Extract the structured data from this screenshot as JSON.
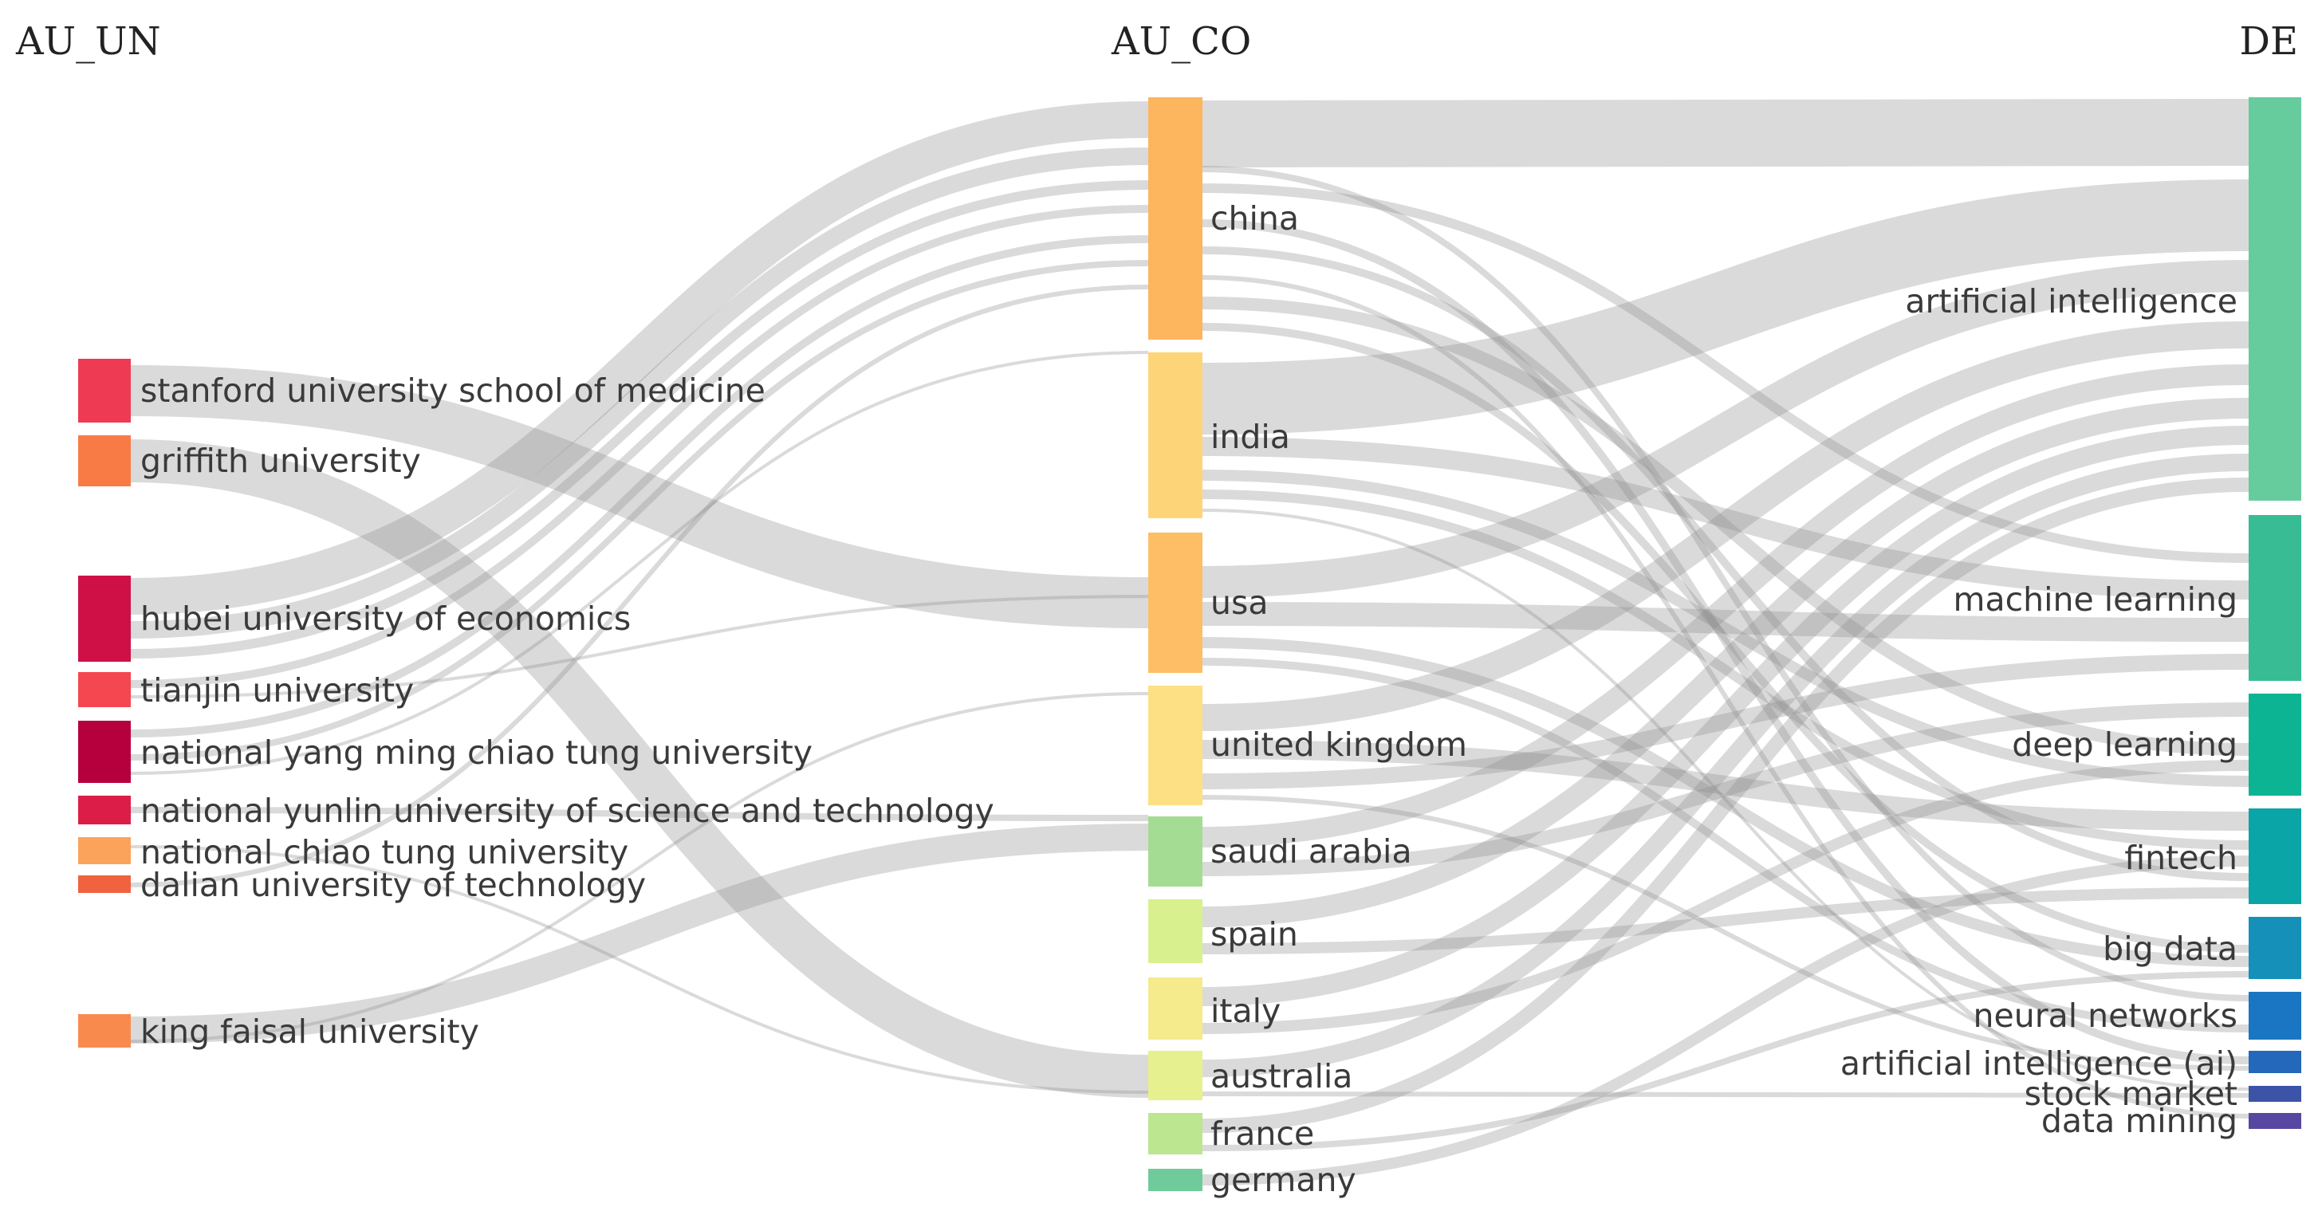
{
  "columns": [
    {
      "key": "AU_UN",
      "label": "AU_UN"
    },
    {
      "key": "AU_CO",
      "label": "AU_CO"
    },
    {
      "key": "DE",
      "label": "DE"
    }
  ],
  "colors": {
    "link": "#8c8c8c",
    "background": "#ffffff",
    "label": "#3a3a3a"
  },
  "nodes": {
    "AU_UN": [
      {
        "id": "stanford",
        "label": "stanford university school of medicine",
        "color": "#ee3b53"
      },
      {
        "id": "griffith",
        "label": "griffith university",
        "color": "#f87b46"
      },
      {
        "id": "hubei",
        "label": "hubei university of economics",
        "color": "#cf1046"
      },
      {
        "id": "tianjin",
        "label": "tianjin university",
        "color": "#f4474f"
      },
      {
        "id": "nymctu",
        "label": "national yang ming chiao tung university",
        "color": "#b5003d"
      },
      {
        "id": "yunlin",
        "label": "national yunlin university of science and technology",
        "color": "#dc1d48"
      },
      {
        "id": "nctu",
        "label": "national chiao tung university",
        "color": "#fba35b"
      },
      {
        "id": "dalian",
        "label": "dalian university of technology",
        "color": "#f06240"
      },
      {
        "id": "kingfaisal",
        "label": "king faisal university",
        "color": "#f98a4e"
      }
    ],
    "AU_CO": [
      {
        "id": "china",
        "label": "china",
        "color": "#fdb55e"
      },
      {
        "id": "india",
        "label": "india",
        "color": "#fdd578"
      },
      {
        "id": "usa",
        "label": "usa",
        "color": "#fdbe65"
      },
      {
        "id": "uk",
        "label": "united kingdom",
        "color": "#fde083"
      },
      {
        "id": "saudi",
        "label": "saudi arabia",
        "color": "#a4dc94"
      },
      {
        "id": "spain",
        "label": "spain",
        "color": "#d8f08e"
      },
      {
        "id": "italy",
        "label": "italy",
        "color": "#f5ea8c"
      },
      {
        "id": "australia",
        "label": "australia",
        "color": "#e7f08e"
      },
      {
        "id": "france",
        "label": "france",
        "color": "#bde690"
      },
      {
        "id": "germany",
        "label": "germany",
        "color": "#6fcc9a"
      }
    ],
    "DE": [
      {
        "id": "ai",
        "label": "artificial intelligence",
        "color": "#66cc9e"
      },
      {
        "id": "ml",
        "label": "machine learning",
        "color": "#37bc94"
      },
      {
        "id": "dl",
        "label": "deep learning",
        "color": "#0cb493"
      },
      {
        "id": "fintech",
        "label": "fintech",
        "color": "#0aa5a7"
      },
      {
        "id": "bigdata",
        "label": "big data",
        "color": "#1591b9"
      },
      {
        "id": "nn",
        "label": "neural networks",
        "color": "#1a76c3"
      },
      {
        "id": "aiai",
        "label": "artificial intelligence (ai)",
        "color": "#2468bb"
      },
      {
        "id": "stock",
        "label": "stock market",
        "color": "#3b54a8"
      },
      {
        "id": "dm",
        "label": "data mining",
        "color": "#5747a0"
      }
    ]
  }
}
